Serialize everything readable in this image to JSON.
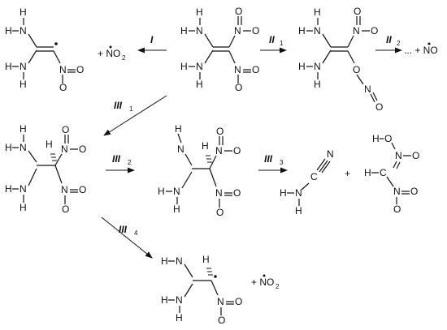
{
  "atoms": {
    "H": "H",
    "N": "N",
    "O": "O",
    "C": "C"
  },
  "pathways": {
    "I": "I",
    "II1": "II",
    "II1_sub": "1",
    "II2": "II",
    "II2_sub": "2",
    "III1": "III",
    "III1_sub": "1",
    "III2": "III",
    "III2_sub": "2",
    "III3": "III",
    "III3_sub": "3",
    "III4": "III",
    "III4_sub": "4"
  },
  "products": {
    "no2_plus": "+ NO",
    "no2_sub": "2",
    "no_product": "... + NO",
    "plus": "+"
  },
  "colors": {
    "ink": "#111111",
    "background": "#ffffff"
  }
}
